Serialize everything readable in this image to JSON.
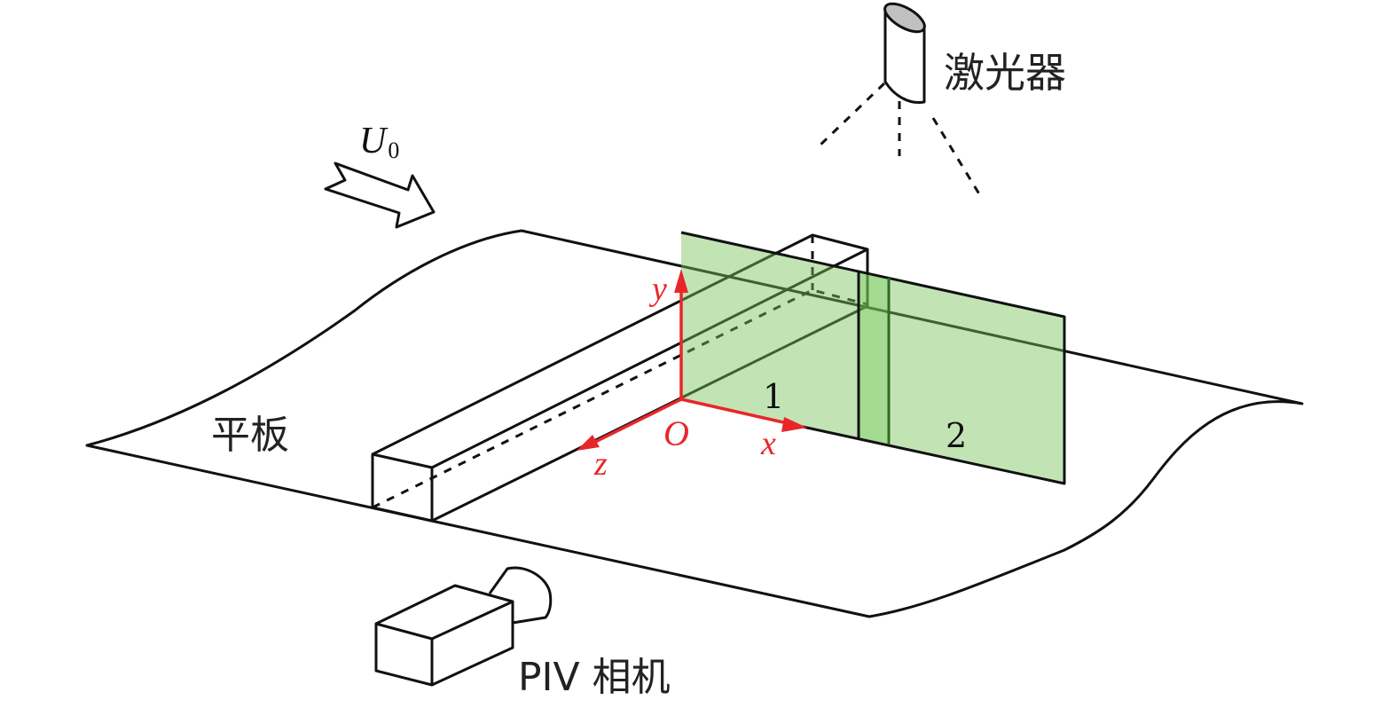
{
  "labels": {
    "laser": "激光器",
    "plate": "平板",
    "camera": "PIV 相机",
    "velocity": "U",
    "velocity_sub": "0",
    "axis_x": "x",
    "axis_y": "y",
    "axis_z": "z",
    "origin": "O",
    "region_1": "1",
    "region_2": "2"
  },
  "colors": {
    "axis": "#e8262a",
    "sheet": "#c3e6b3",
    "strip": "#9ad67f",
    "laser_lens": "#c0c0c0"
  }
}
